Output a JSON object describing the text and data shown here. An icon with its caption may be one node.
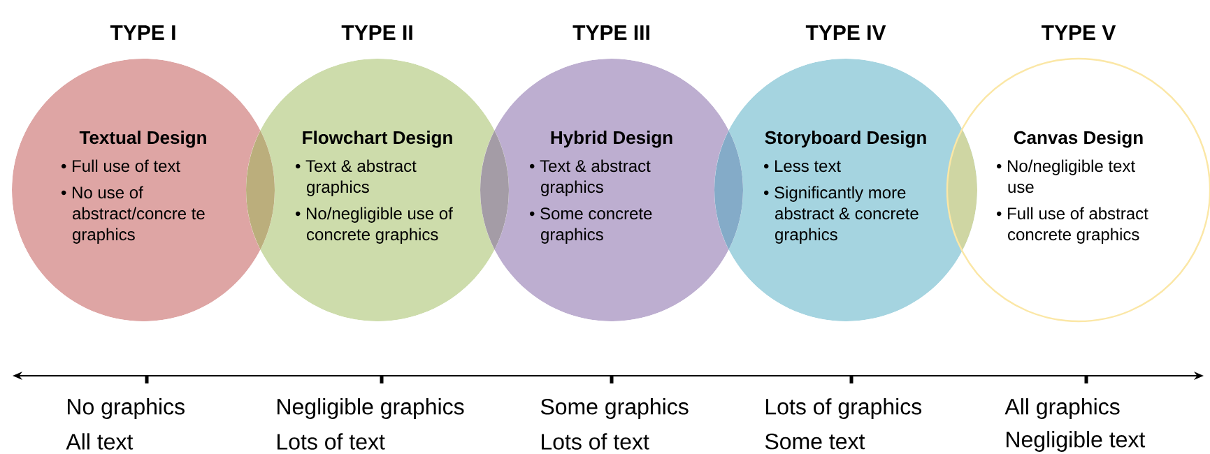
{
  "diagram": {
    "nodes": [
      {
        "text": [
          "TYPE I",
          "Textual Design",
          "• Full use of text",
          "• No use of abstract/concre te graphics"
        ]
      },
      {
        "text": [
          "TYPE II",
          "Flowchart Design",
          "• Text & abstract graphics",
          "• No/negligible use of concrete graphics"
        ]
      },
      {
        "text": [
          "TYPE III",
          "Hybrid Design",
          "• Text & abstract graphics",
          "• Some concrete graphics"
        ]
      },
      {
        "text": [
          "TYPE IV",
          "Storyboard Design",
          "• Less text",
          "• Significantly more abstract & concrete graphics"
        ]
      },
      {
        "text": [
          "TYPE V",
          "Canvas Design",
          "• No/negligible text use",
          "• Full use of abstract concrete graphics"
        ]
      },
      {
        "text": [],
        "shape": "lens"
      },
      {
        "text": [],
        "shape": "lens"
      },
      {
        "text": [],
        "shape": "lens"
      },
      {
        "text": [],
        "shape": "lens"
      }
    ],
    "labels": [
      "No graphics",
      "All text",
      "Negligible graphics",
      "Lots of text",
      "Some graphics",
      "Lots of text",
      "Lots of graphics",
      "Some text",
      "All graphics",
      "Negligible text"
    ]
  }
}
